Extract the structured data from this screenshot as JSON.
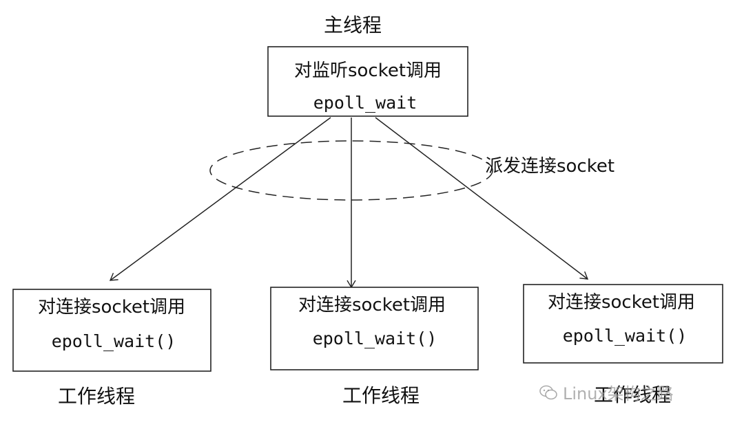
{
  "main_thread": {
    "caption": "主线程",
    "line1": "对监听socket调用",
    "line2": "epoll_wait"
  },
  "dispatch_label": "派发连接socket",
  "workers": [
    {
      "line1": "对连接socket调用",
      "line2": "epoll_wait()",
      "caption": "工作线程"
    },
    {
      "line1": "对连接socket调用",
      "line2": "epoll_wait()",
      "caption": "工作线程"
    },
    {
      "line1": "对连接socket调用",
      "line2": "epoll_wait()",
      "caption": "工作线程"
    }
  ],
  "watermark": {
    "text": "Linux架构之路",
    "icon": "wechat-icon"
  },
  "colors": {
    "line": "#222222",
    "background": "#ffffff",
    "watermark": "#9a9a9a"
  }
}
